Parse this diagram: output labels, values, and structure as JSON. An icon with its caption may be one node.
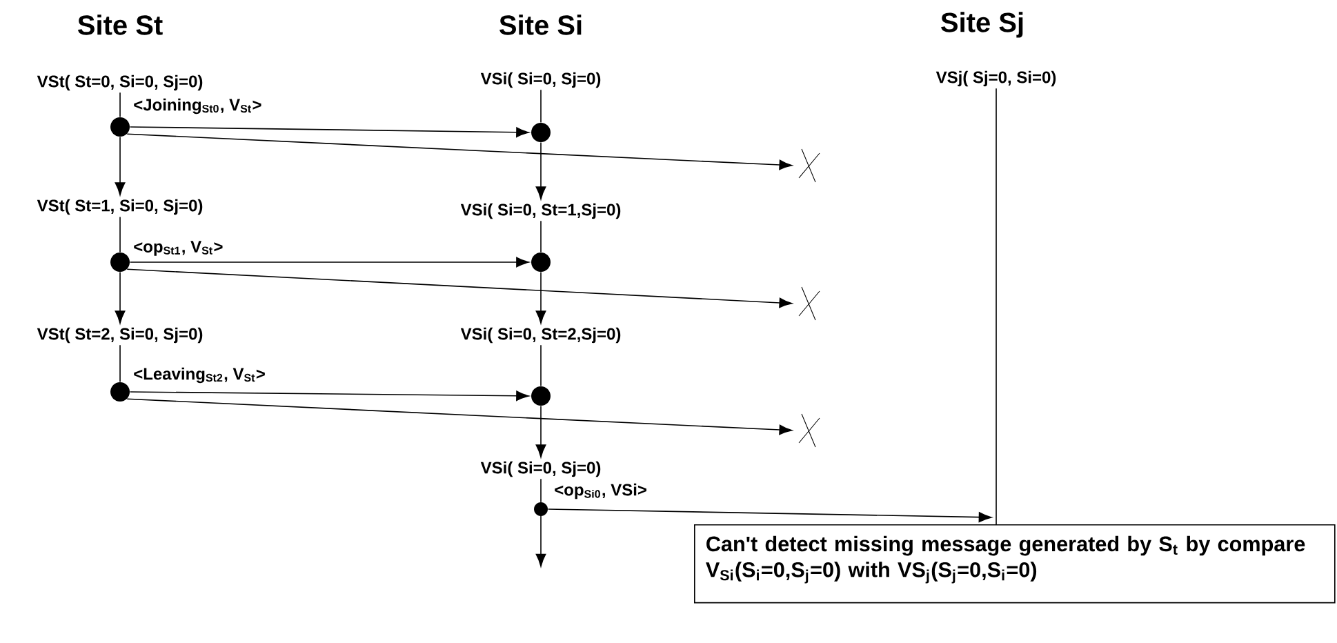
{
  "diagram": {
    "nodes": [
      {
        "text": [
          "VSt( St=0, Si=0, Sj=0)"
        ]
      },
      {
        "text": [
          "VSi( Si=0, Sj=0)"
        ]
      },
      {
        "text": [
          "VSj( Sj=0, Si=0)"
        ]
      },
      {
        "text": [],
        "shape": "circle"
      },
      {
        "text": [],
        "shape": "circle"
      },
      {
        "text": [],
        "shape": "cross"
      },
      {
        "text": [
          "VSt( St=1, Si=0, Sj=0)"
        ]
      },
      {
        "text": [
          "VSi( Si=0, St=1,Sj=0)"
        ]
      },
      {
        "text": [],
        "shape": "circle"
      },
      {
        "text": [],
        "shape": "circle"
      },
      {
        "text": [],
        "shape": "cross"
      },
      {
        "text": [
          "VSt( St=2, Si=0, Sj=0)"
        ]
      },
      {
        "text": [
          "VSi( Si=0, St=2,Sj=0)"
        ]
      },
      {
        "text": [],
        "shape": "circle"
      },
      {
        "text": [],
        "shape": "circle"
      },
      {
        "text": [],
        "shape": "cross"
      },
      {
        "text": [
          "VSi( Si=0, Sj=0)"
        ]
      },
      {
        "text": [],
        "shape": "circle"
      },
      {
        "text": [
          "Can't detect missing message generated by S$_{t}$ by compare V$_{Si}$(S$_{i}$=0,S$_{j}$=0) with VS$_{j}$(S$_{j}$=0,S$_{i}$=0)"
        ]
      }
    ],
    "edges": [
      {
        "from": 0,
        "to": 3,
        "arrow": "none"
      },
      {
        "from": 3,
        "to": 6,
        "arrow": "to"
      },
      {
        "from": 6,
        "to": 8,
        "arrow": "none"
      },
      {
        "from": 8,
        "to": 11,
        "arrow": "to"
      },
      {
        "from": 11,
        "to": 13,
        "arrow": "none"
      },
      {
        "from": 1,
        "to": 4,
        "arrow": "none"
      },
      {
        "from": 4,
        "to": 7,
        "arrow": "to"
      },
      {
        "from": 7,
        "to": 9,
        "arrow": "none"
      },
      {
        "from": 9,
        "to": 12,
        "arrow": "to"
      },
      {
        "from": 12,
        "to": 14,
        "arrow": "none"
      },
      {
        "from": 14,
        "to": 16,
        "arrow": "to"
      },
      {
        "from": 16,
        "to": 17,
        "arrow": "none"
      },
      {
        "from": 17,
        "to": null,
        "arrow": "to"
      },
      {
        "from": 2,
        "to": 18,
        "arrow": "none"
      },
      {
        "from": 3,
        "to": 4,
        "arrow": "to",
        "label": "<Joining$_{St0}$, V$_{St}$>"
      },
      {
        "from": 3,
        "to": 5,
        "arrow": "to"
      },
      {
        "from": 8,
        "to": 9,
        "arrow": "to",
        "label": "<op$_{St1}$, V$_{St}$>"
      },
      {
        "from": 8,
        "to": 10,
        "arrow": "to"
      },
      {
        "from": 13,
        "to": 14,
        "arrow": "to",
        "label": "<Leaving$_{St2}$, V$_{St}$>"
      },
      {
        "from": 13,
        "to": 15,
        "arrow": "to"
      },
      {
        "from": 17,
        "to": 18,
        "arrow": "to",
        "label": "<op$_{Si0}$, VSi>"
      }
    ],
    "labels": [
      "Site St",
      "Site Si",
      "Site Sj"
    ]
  }
}
